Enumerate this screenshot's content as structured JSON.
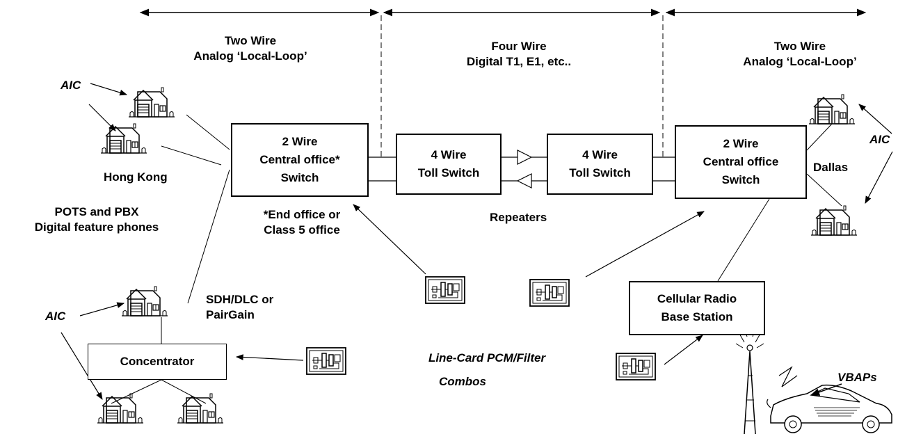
{
  "sections": {
    "left": {
      "line1": "Two Wire",
      "line2": "Analog ‘Local-Loop’"
    },
    "middle": {
      "line1": "Four Wire",
      "line2": "Digital T1, E1, etc.."
    },
    "right": {
      "line1": "Two Wire",
      "line2": "Analog ‘Local-Loop’"
    }
  },
  "boxes": {
    "co_left": {
      "line1": "2 Wire",
      "line2": "Central office*",
      "line3": "Switch"
    },
    "toll_left": {
      "line1": "4 Wire",
      "line2": "Toll Switch"
    },
    "toll_right": {
      "line1": "4 Wire",
      "line2": "Toll Switch"
    },
    "co_right": {
      "line1": "2 Wire",
      "line2": "Central office",
      "line3": "Switch"
    },
    "concentrator": {
      "label": "Concentrator"
    },
    "cellular": {
      "line1": "Cellular Radio",
      "line2": "Base Station"
    }
  },
  "labels": {
    "aic": "AIC",
    "hong_kong": "Hong Kong",
    "pots_line1": "POTS and PBX",
    "pots_line2": "Digital feature phones",
    "end_office_line1": "*End office or",
    "end_office_line2": "Class 5 office",
    "repeaters": "Repeaters",
    "sdh_line1": "SDH/DLC or",
    "sdh_line2": "PairGain",
    "linecard_line1": "Line-Card PCM/Filter",
    "linecard_line2": "Combos",
    "dallas": "Dallas",
    "vbaps": "VBAPs"
  },
  "icons": [
    "house-icon",
    "line-card-icon",
    "repeater-amplifier-icon",
    "radio-tower-icon",
    "car-icon"
  ]
}
